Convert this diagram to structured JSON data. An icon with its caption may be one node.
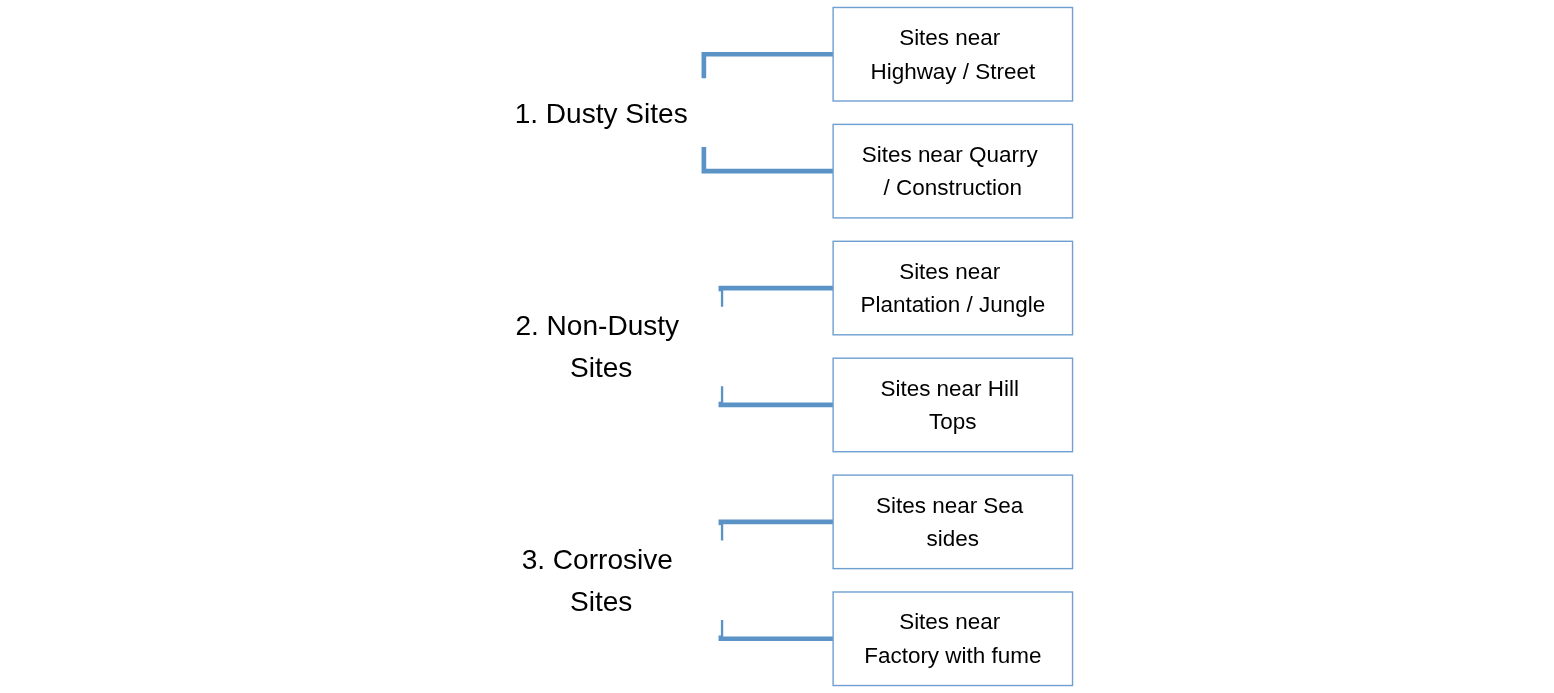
{
  "diagram": {
    "nodes": [
      {
        "text": [
          "1. Dusty Sites"
        ]
      },
      {
        "text": [
          "Sites near Highway / Street"
        ]
      },
      {
        "text": [
          "Sites near Quarry / Construction"
        ]
      },
      {
        "text": [
          "2. Non-Dusty Sites"
        ]
      },
      {
        "text": [
          "Sites near Plantation / Jungle"
        ]
      },
      {
        "text": [
          "Sites near Hill Tops"
        ]
      },
      {
        "text": [
          "3. Corrosive Sites"
        ]
      },
      {
        "text": [
          "Sites near Sea sides"
        ]
      },
      {
        "text": [
          "Sites near Factory with fume"
        ]
      }
    ],
    "edges": [
      {
        "from": 0,
        "to": 1,
        "arrow": "none"
      },
      {
        "from": 0,
        "to": 2,
        "arrow": "none"
      },
      {
        "from": 3,
        "to": 4,
        "arrow": "none"
      },
      {
        "from": 3,
        "to": 5,
        "arrow": "none"
      },
      {
        "from": 6,
        "to": 7,
        "arrow": "none"
      },
      {
        "from": 6,
        "to": 8,
        "arrow": "none"
      }
    ]
  }
}
